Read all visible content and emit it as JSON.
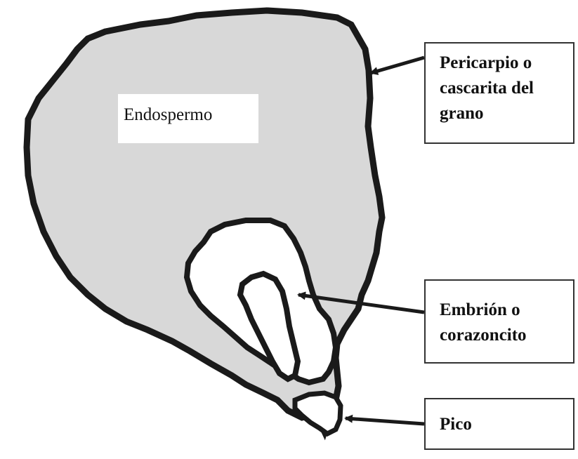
{
  "diagram": {
    "colors": {
      "endosperm_fill": "#d8d8d8",
      "outline": "#1a1a1a",
      "embryo_fill": "#ffffff",
      "arrow": "#1a1a1a"
    },
    "endosperm_label": "Endospermo",
    "callouts": [
      {
        "id": "pericarp",
        "lines": [
          "Pericarpio o",
          "cascarita del",
          "grano"
        ]
      },
      {
        "id": "embryo",
        "lines": [
          "Embrión o",
          "corazoncito"
        ]
      },
      {
        "id": "tip",
        "lines": [
          "Pico"
        ]
      }
    ]
  }
}
